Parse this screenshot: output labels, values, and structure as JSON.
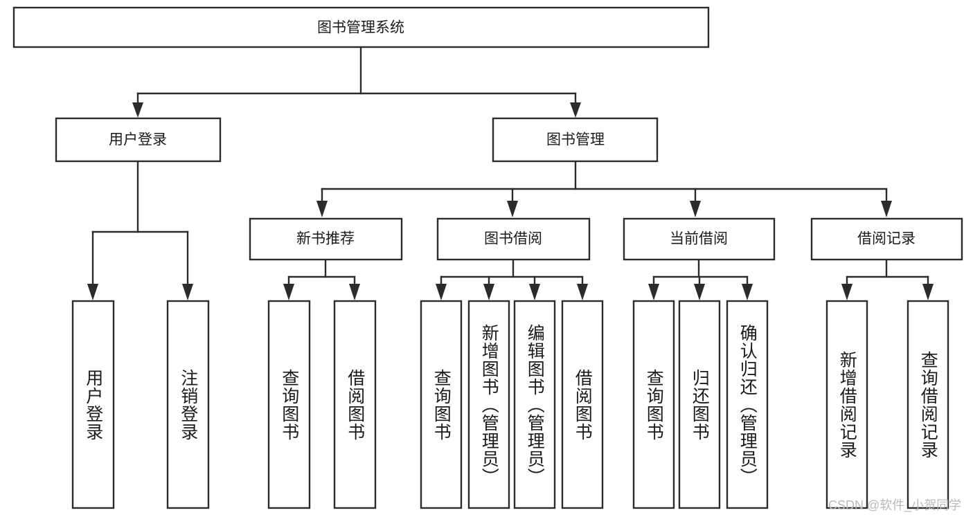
{
  "diagram": {
    "type": "tree-hierarchy-chart",
    "title": "图书管理系统",
    "orientation": "top-down",
    "colors": {
      "box_stroke": "#2b2b2b",
      "box_fill": "#ffffff",
      "connector": "#2b2b2b",
      "text": "#1a1a1a",
      "background": "#ffffff",
      "watermark": "#b9b9b9"
    },
    "levels": {
      "root": {
        "label": "图书管理系统"
      },
      "level2": [
        {
          "label": "用户登录"
        },
        {
          "label": "图书管理"
        }
      ],
      "level3": [
        {
          "label": "新书推荐"
        },
        {
          "label": "图书借阅"
        },
        {
          "label": "当前借阅"
        },
        {
          "label": "借阅记录"
        }
      ],
      "leaves": {
        "user_login": [
          {
            "label": "用户登录"
          },
          {
            "label": "注销登录"
          }
        ],
        "new_book_recommend": [
          {
            "label": "查询图书"
          },
          {
            "label": "借阅图书"
          }
        ],
        "book_borrow": [
          {
            "label": "查询图书"
          },
          {
            "label": "新增图书（管理员）"
          },
          {
            "label": "编辑图书（管理员）"
          },
          {
            "label": "借阅图书"
          }
        ],
        "current_borrow": [
          {
            "label": "查询图书"
          },
          {
            "label": "归还图书"
          },
          {
            "label": "确认归还（管理员）"
          }
        ],
        "borrow_record": [
          {
            "label": "新增借阅记录"
          },
          {
            "label": "查询借阅记录"
          }
        ]
      }
    }
  },
  "watermark": {
    "text": "CSDN @软件_小贺同学"
  }
}
